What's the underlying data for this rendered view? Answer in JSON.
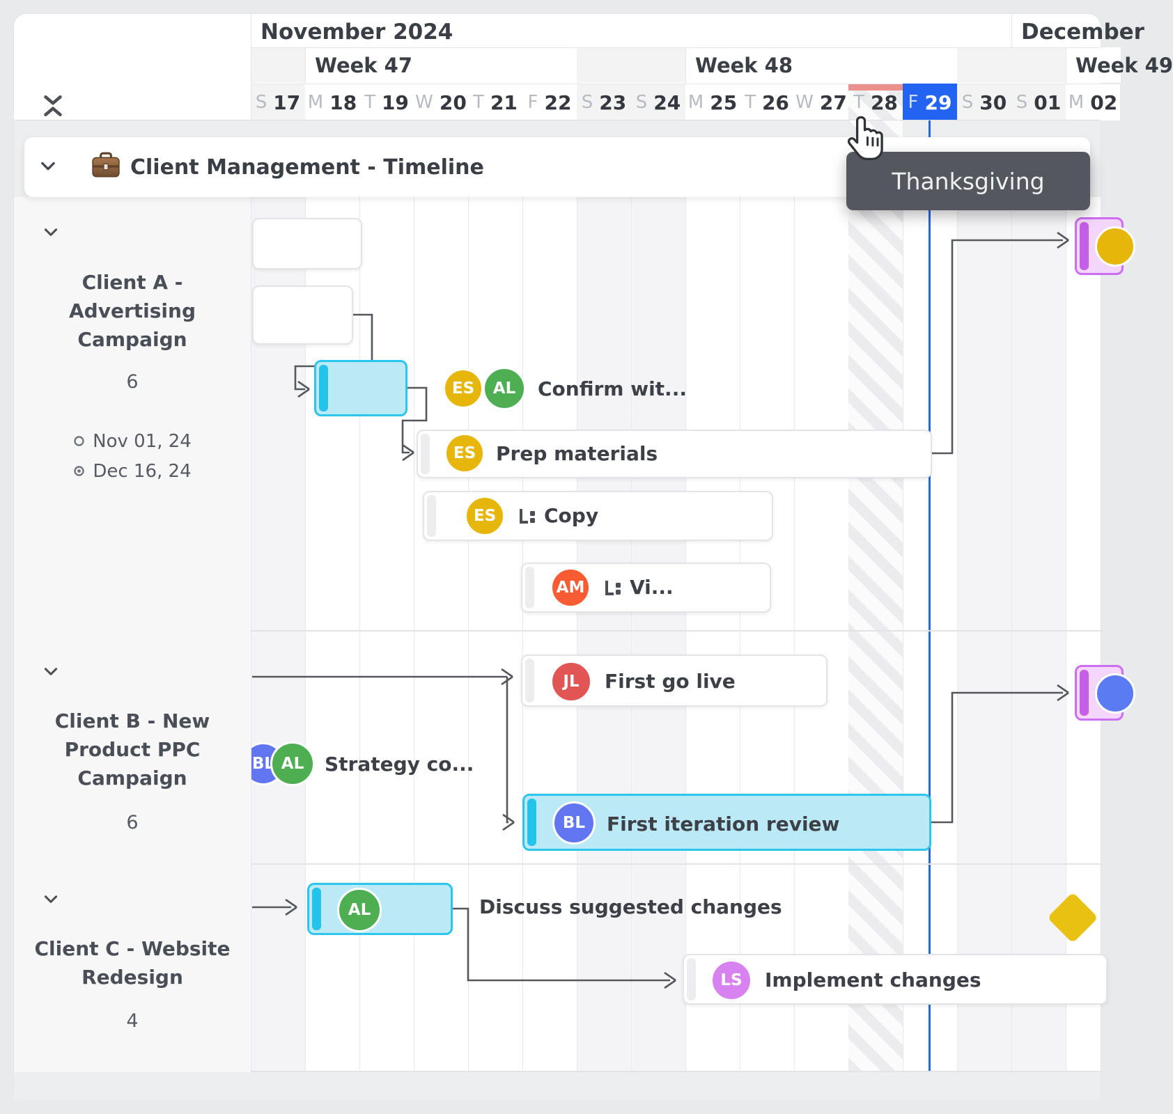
{
  "header": {
    "months": [
      {
        "label": "November 2024"
      },
      {
        "label": "December"
      }
    ],
    "weeks": [
      {
        "label": "Week 47"
      },
      {
        "label": "Week 48"
      },
      {
        "label": "Week 49"
      }
    ],
    "days": [
      {
        "letter": "S",
        "num": "17"
      },
      {
        "letter": "M",
        "num": "18"
      },
      {
        "letter": "T",
        "num": "19"
      },
      {
        "letter": "W",
        "num": "20"
      },
      {
        "letter": "T",
        "num": "21"
      },
      {
        "letter": "F",
        "num": "22"
      },
      {
        "letter": "S",
        "num": "23"
      },
      {
        "letter": "S",
        "num": "24"
      },
      {
        "letter": "M",
        "num": "25"
      },
      {
        "letter": "T",
        "num": "26"
      },
      {
        "letter": "W",
        "num": "27"
      },
      {
        "letter": "T",
        "num": "28"
      },
      {
        "letter": "F",
        "num": "29"
      },
      {
        "letter": "S",
        "num": "30"
      },
      {
        "letter": "S",
        "num": "01"
      },
      {
        "letter": "M",
        "num": "02"
      }
    ]
  },
  "tooltip": {
    "text": "Thanksgiving"
  },
  "section": {
    "title": "Client Management - Timeline"
  },
  "groups": [
    {
      "line1": "Client A -",
      "line2": "Advertising",
      "line3": "Campaign",
      "count": "6",
      "start_date": "Nov 01, 24",
      "due_date": "Dec 16, 24"
    },
    {
      "line1": "Client B - New",
      "line2": "Product PPC",
      "line3": "Campaign",
      "count": "6"
    },
    {
      "line1": "Client C - Website",
      "line2": "Redesign",
      "count": "4"
    }
  ],
  "tasks": {
    "confirm": {
      "label": "Confirm wit...",
      "avatar1": "ES",
      "avatar2": "AL"
    },
    "prep": {
      "label": "Prep materials",
      "avatar": "ES"
    },
    "copy": {
      "label": "Copy",
      "avatar": "ES"
    },
    "visuals": {
      "label": "Vi...",
      "avatar": "AM"
    },
    "golive": {
      "label": "First go live",
      "avatar": "JL"
    },
    "strategy": {
      "label": "Strategy co...",
      "avatar1": "BL",
      "avatar2": "AL"
    },
    "iteration": {
      "label": "First iteration review",
      "avatar": "BL"
    },
    "discuss": {
      "label": "Discuss suggested changes",
      "avatar": "AL"
    },
    "implement": {
      "label": "Implement changes",
      "avatar": "LS"
    }
  },
  "colors": {
    "today_blue": "#2263f1",
    "holiday_red": "#ec8f8d",
    "bar_cyan_border": "#2cc5ec",
    "bar_cyan_fill": "#bce9f6",
    "bar_purple_border": "#cb6ef1",
    "bar_purple_fill": "#f4d6fb",
    "milestone_yellow": "#e9c112",
    "tooltip_bg": "#54575d",
    "avatar_yellow": "#e6b60b",
    "avatar_green": "#4daf52",
    "avatar_orange": "#f95c33",
    "avatar_red": "#e15555",
    "avatar_blue": "#6176f0",
    "avatar_violet": "#d782ef",
    "avatar_royal": "#5b7bf2"
  }
}
